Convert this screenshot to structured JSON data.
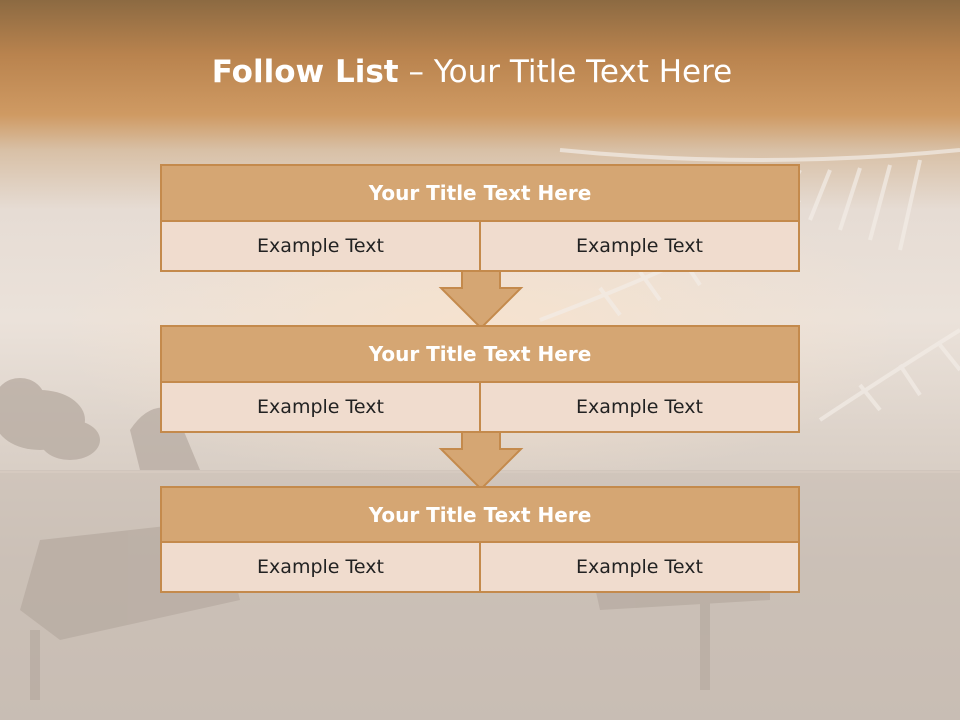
{
  "slide": {
    "title_bold": "Follow List",
    "title_rest": " – Your Title Text Here"
  },
  "blocks": [
    {
      "title": "Your Title Text Here",
      "left": "Example Text",
      "right": "Example Text"
    },
    {
      "title": "Your Title Text Here",
      "left": "Example Text",
      "right": "Example Text"
    },
    {
      "title": "Your Title Text Here",
      "left": "Example Text",
      "right": "Example Text"
    }
  ],
  "colors": {
    "header_fill": "#d5a673",
    "cell_fill": "#f0dcce",
    "border": "#c48a4c",
    "arrow_fill": "#d5a673"
  },
  "icons": [
    "down-arrow-icon"
  ]
}
